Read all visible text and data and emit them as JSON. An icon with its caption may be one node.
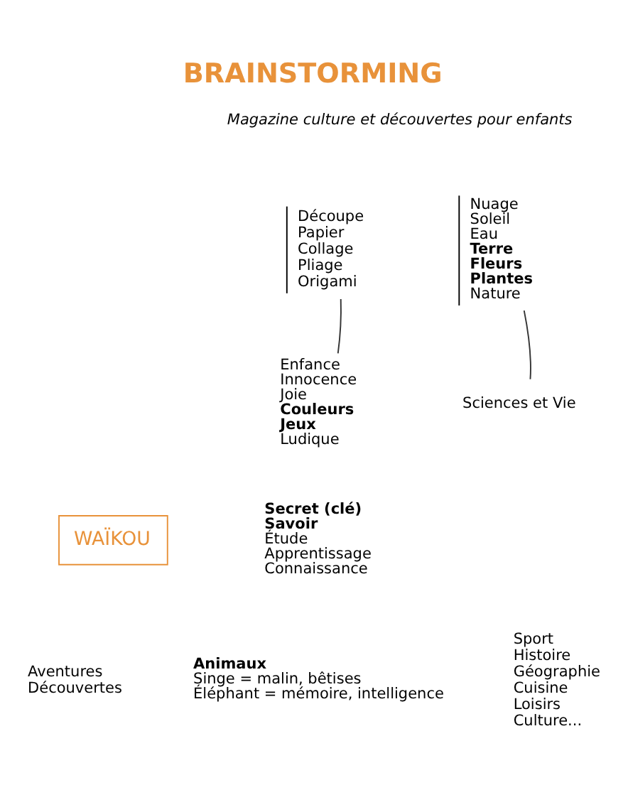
{
  "diagram": {
    "title": "BRAINSTORMING",
    "nodes": [
      {
        "text": [
          "WAÏKOU"
        ]
      },
      {
        "text": [
          "Enfance",
          "Innocence",
          "Joie",
          "**Couleurs**",
          "**Jeux**",
          "Ludique"
        ]
      },
      {
        "text": [
          "Découpe",
          "Papier",
          "Collage",
          "Pliage",
          "Origami"
        ]
      },
      {
        "text": [
          "Nuage",
          "Soleil",
          "Eau",
          "**Terre**",
          "**Fleurs**",
          "**Plantes**",
          "Nature"
        ]
      },
      {
        "text": [
          "Sciences et Vie"
        ]
      }
    ],
    "edges": [
      {
        "from": 1,
        "to": 2,
        "arrow": "none"
      },
      {
        "from": 4,
        "to": 3,
        "arrow": "none"
      }
    ],
    "labels": [
      "Magazine culture et découvertes pour enfants",
      "**Secret (clé)**",
      "**Savoir**",
      "Étude",
      "Apprentissage",
      "Connaissance",
      "**Animaux**",
      "Singe = malin, bêtises",
      "Éléphant = mémoire, intelligence",
      "Aventures",
      "Découvertes",
      "Sport",
      "Histoire",
      "Géographie",
      "Cuisine",
      "Loisirs",
      "Culture..."
    ]
  }
}
